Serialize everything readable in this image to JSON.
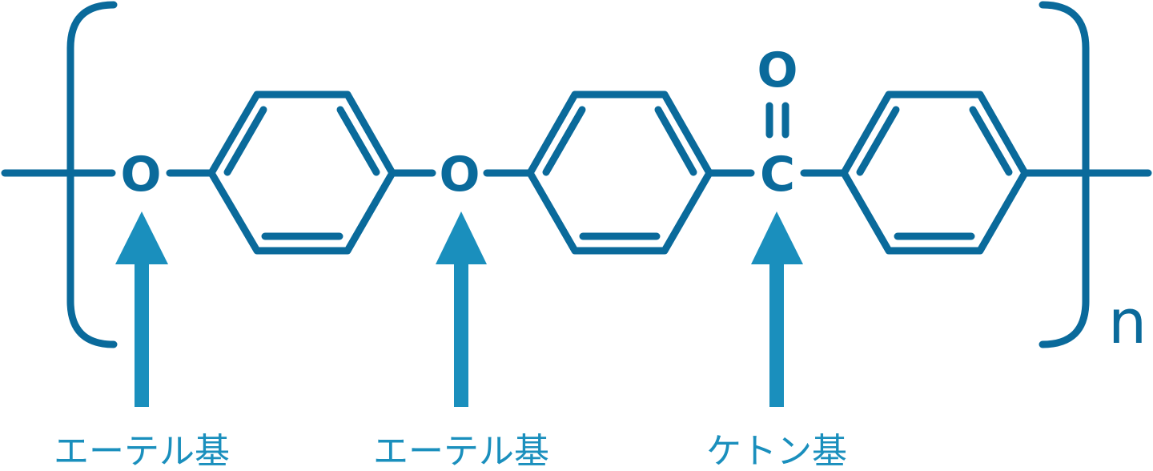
{
  "colors": {
    "structure": "#0a6a9b",
    "annotation": "#1a8fbd",
    "background": "#ffffff"
  },
  "atoms": {
    "oxygen_1": "O",
    "oxygen_2": "O",
    "carbon": "C",
    "carbonyl_oxygen": "O"
  },
  "repeat_subscript": "n",
  "annotations": [
    {
      "label": "エーテル基"
    },
    {
      "label": "エーテル基"
    },
    {
      "label": "ケトン基"
    }
  ]
}
